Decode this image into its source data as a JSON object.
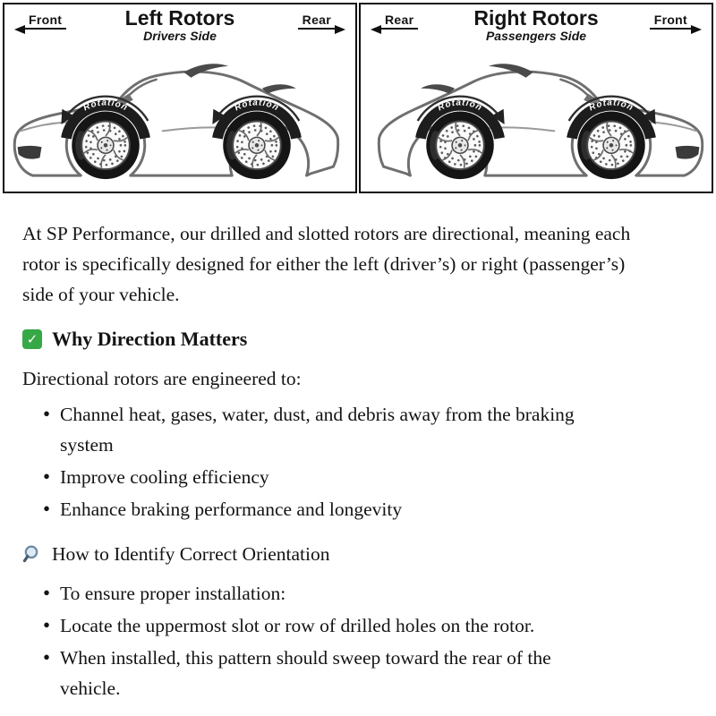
{
  "diagram": {
    "rotation_label": "Rotation",
    "left_panel": {
      "title": "Left Rotors",
      "subtitle": "Drivers Side",
      "top_left_label": "Front",
      "top_right_label": "Rear"
    },
    "right_panel": {
      "title": "Right Rotors",
      "subtitle": "Passengers Side",
      "top_left_label": "Rear",
      "top_right_label": "Front"
    }
  },
  "content": {
    "intro": "At SP Performance, our drilled and slotted rotors are directional, meaning each rotor is specifically designed for either the left (driver’s) or right (passenger’s) side of your vehicle.",
    "why_section": {
      "icon": "check-icon",
      "icon_glyph": "✓",
      "icon_color": "#36A845",
      "heading": "Why Direction Matters",
      "lead": "Directional rotors are engineered to:",
      "bullets": [
        "Channel heat, gases, water, dust, and debris away from the braking system",
        "Improve cooling efficiency",
        "Enhance braking performance and longevity"
      ]
    },
    "how_section": {
      "icon": "magnifier-icon",
      "heading": "How to Identify Correct Orientation",
      "bullets": [
        "To ensure proper installation:",
        "Locate the uppermost slot or row of drilled holes on the rotor.",
        "When installed, this pattern should sweep toward the rear of the vehicle."
      ]
    }
  }
}
